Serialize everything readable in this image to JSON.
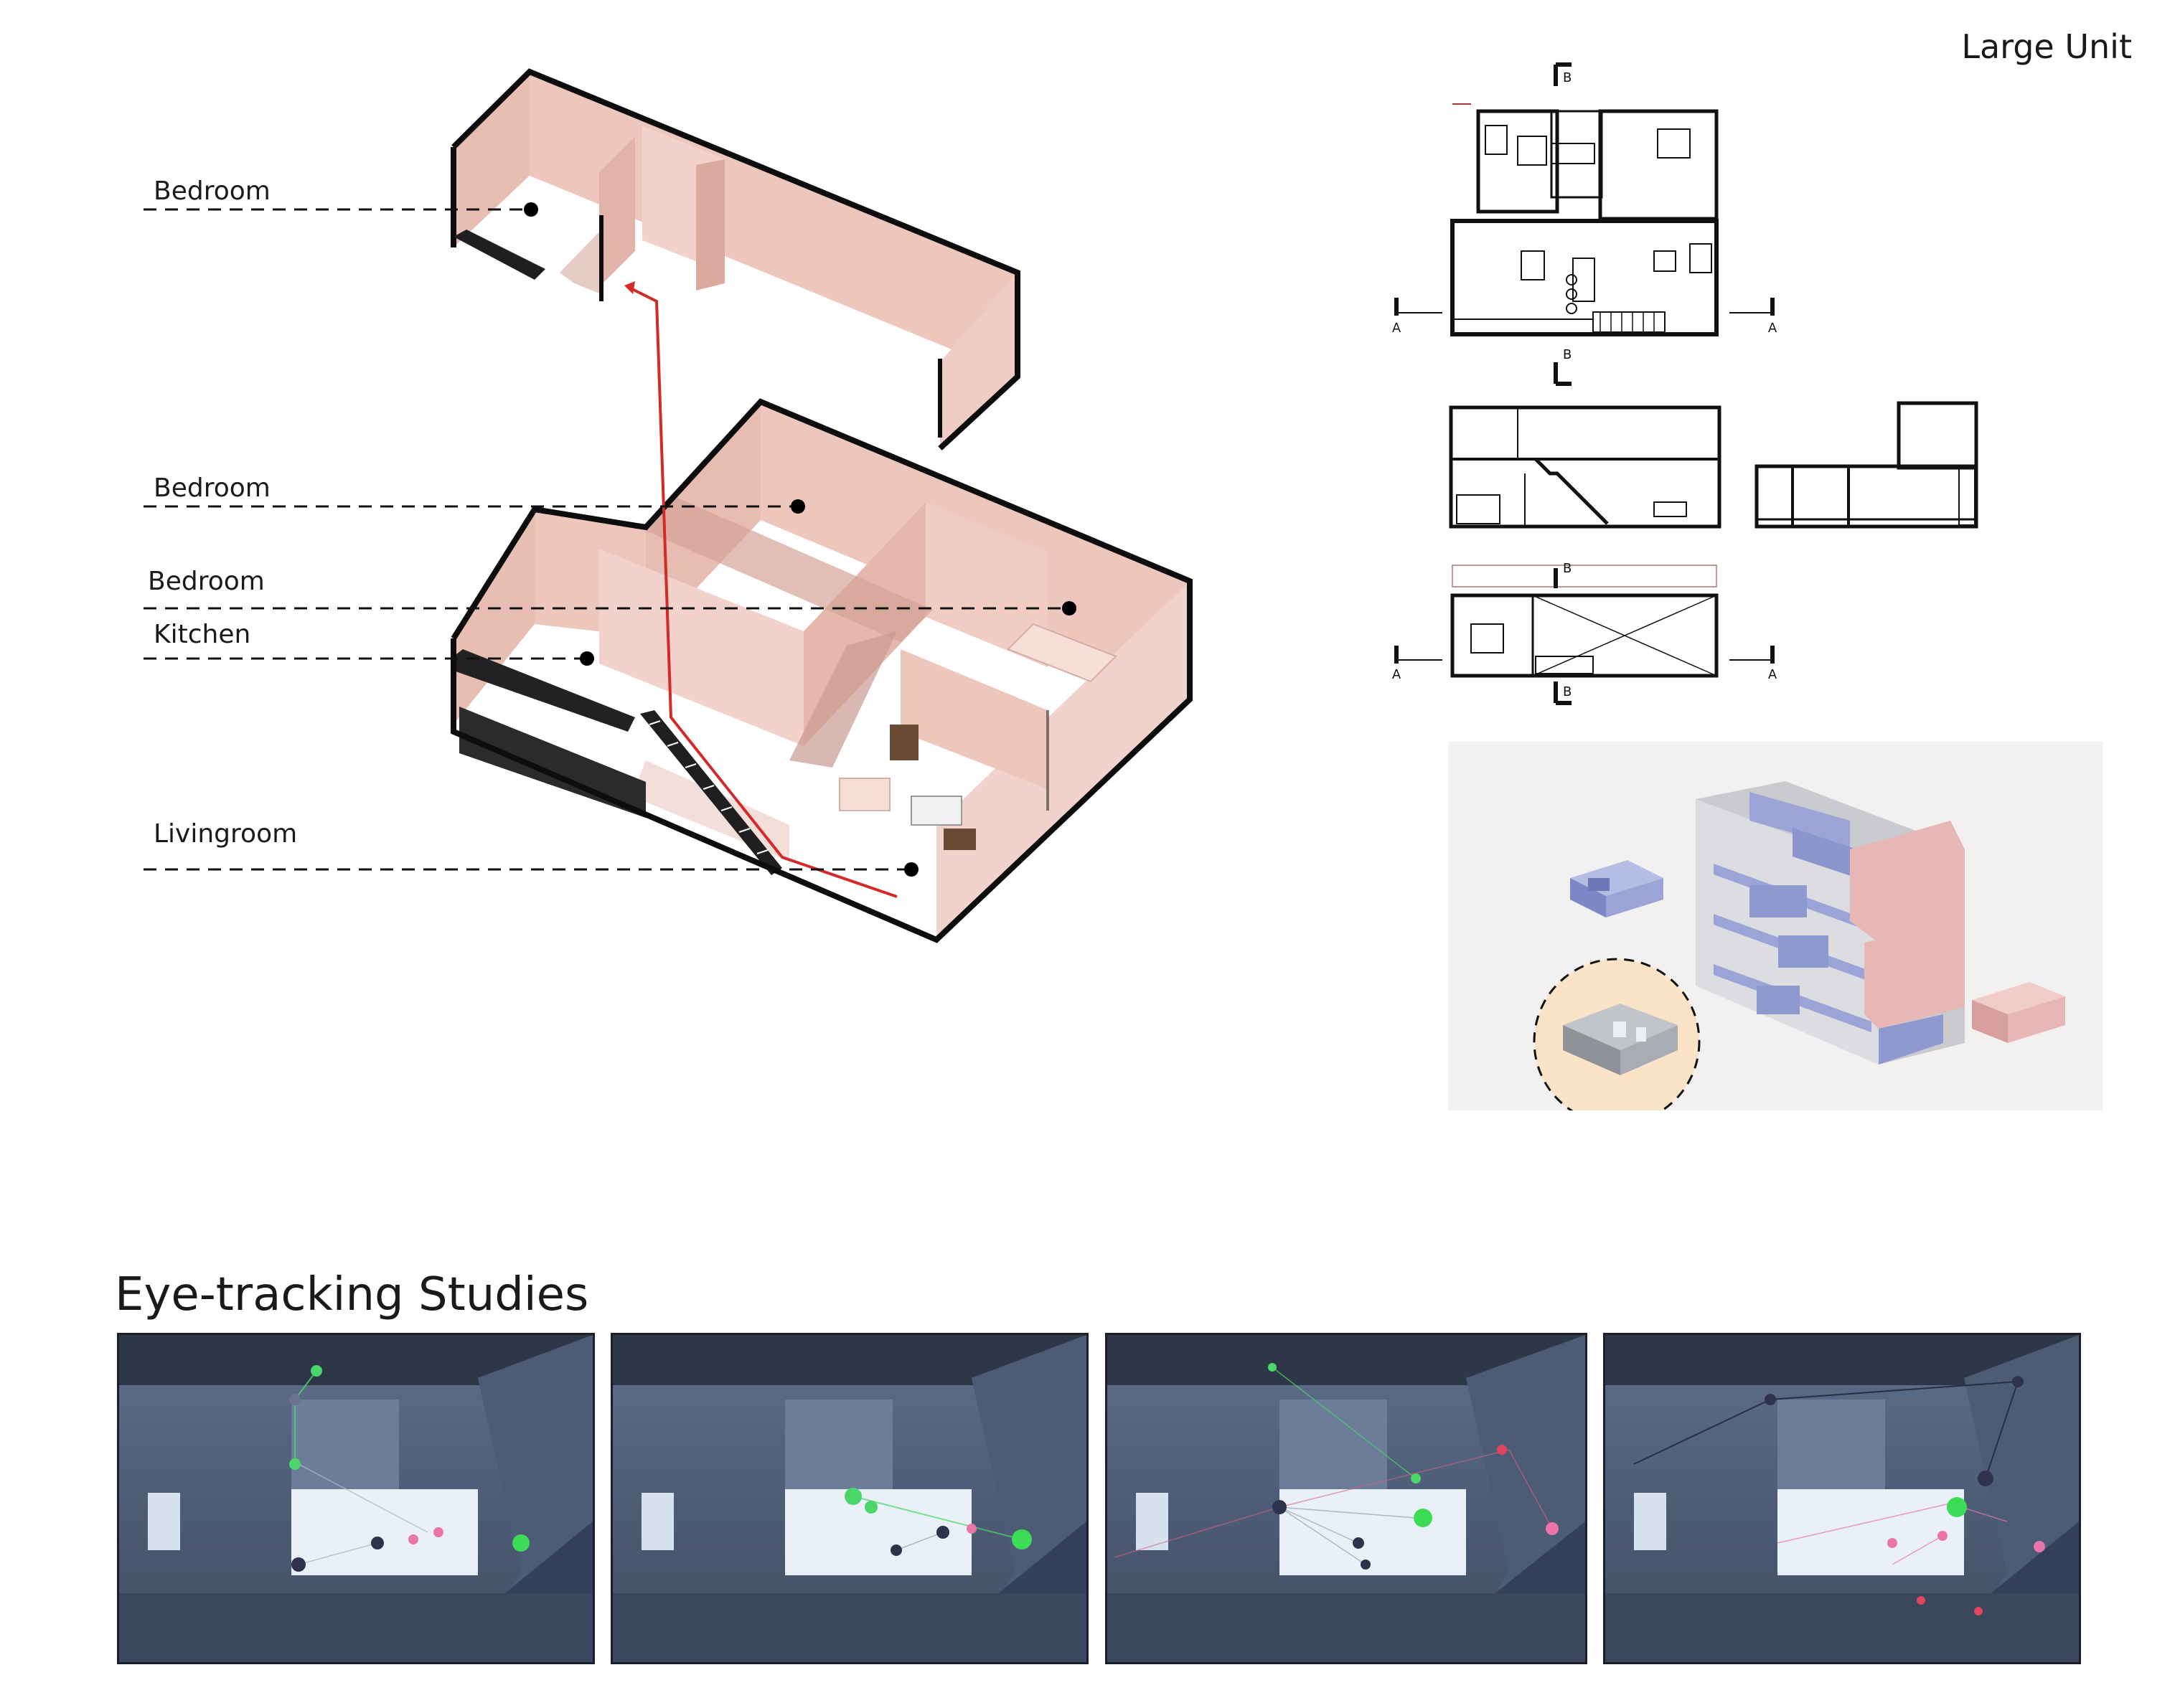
{
  "header": {
    "title": "Large Unit"
  },
  "axonometric": {
    "labels": [
      "Bedroom",
      "Bedroom",
      "Bedroom",
      "Kitchen",
      "Livingroom"
    ],
    "colors": {
      "wall": "#edc6bc",
      "wall_dark": "#d8aaa0",
      "floor": "#ffffff",
      "outline": "#0d0d0d",
      "path": "#d42a2a"
    }
  },
  "plans": {
    "section_marks": [
      "A",
      "A",
      "B",
      "B"
    ],
    "upper_marks": [
      "A",
      "A",
      "B",
      "B"
    ]
  },
  "massing": {
    "colors": {
      "blue": "#9aa4d6",
      "pink": "#e6b7b4",
      "grey": "#a9adb3",
      "highlight": "#fbe3c8",
      "bg": "#f3f1ef"
    }
  },
  "eye_tracking": {
    "title": "Eye-tracking Studies",
    "frames": [
      {
        "name": "study-1"
      },
      {
        "name": "study-2"
      },
      {
        "name": "study-3"
      },
      {
        "name": "study-4"
      }
    ]
  }
}
